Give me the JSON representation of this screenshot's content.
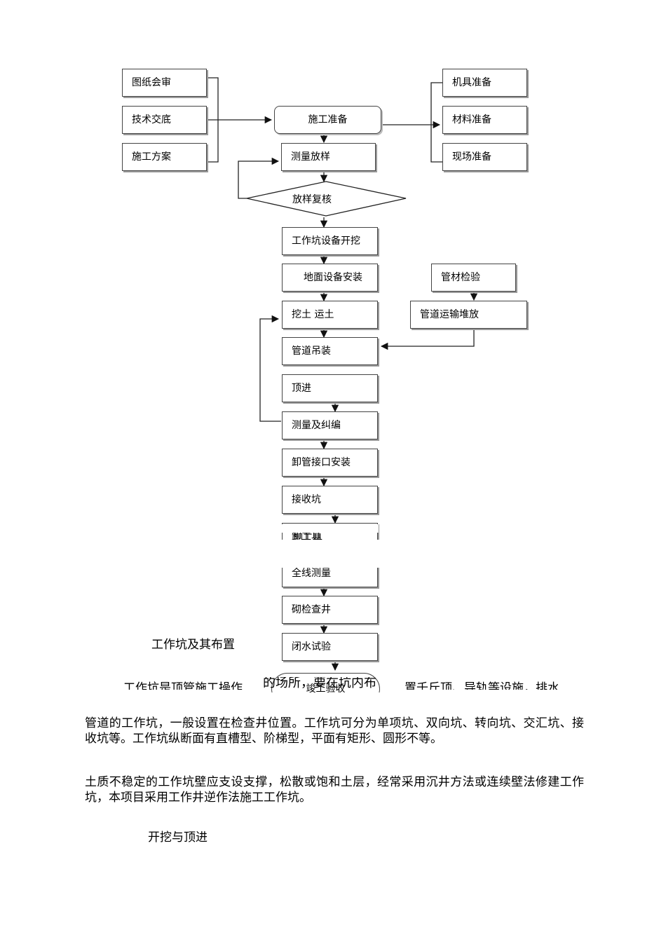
{
  "flowchart": {
    "inputs": [
      "图纸会审",
      "技术交底",
      "施工方案"
    ],
    "outputs": [
      "机具准备",
      "材料准备",
      "现场准备"
    ],
    "prep": "施工准备",
    "survey": "测量放样",
    "check": "放样复核",
    "steps": [
      "工作坑设备开挖",
      "地面设备安装",
      "挖土 运土",
      "管道吊装",
      "顶进",
      "测量及纠编",
      "卸管接口安装",
      "接收坑",
      "卸工具",
      "全线测量",
      "砌检查井",
      "闭水试验"
    ],
    "pipe_check": "管材检验",
    "pipe_transport": "管道运输堆放",
    "final": "竣工验收"
  },
  "text": {
    "heading_pit": "工作坑及其布置",
    "overlap_left": "工作坑是顶管施工操作",
    "overlap_mid": "的场所，要在坑内布",
    "overlap_right": "置千斤顶、导轨等设施，排水",
    "para1": "管道的工作坑，一般设置在检查井位置。工作坑可分为单项坑、双向坑、转向坑、交汇坑、接收坑等。工作坑纵断面有直槽型、阶梯型，平面有矩形、圆形不等。",
    "para2": "土质不稳定的工作坑壁应支设支撑，松散或饱和土层，经常采用沉井方法或连续壁法修建工作坑，本项目采用工作井逆作法施工工作坑。",
    "heading_dig": "开挖与顶进"
  }
}
